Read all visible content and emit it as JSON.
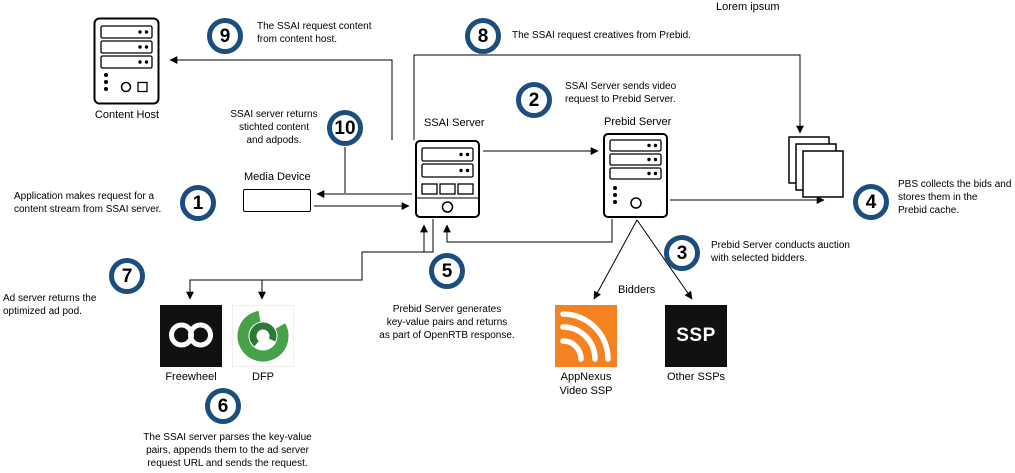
{
  "page": {
    "title": "Lorem ipsum"
  },
  "colors": {
    "badge_border": "#1b4e7e",
    "appnexus_orange": "#f58220",
    "dfp_green": "#46a248",
    "dfp_green_dark": "#2c7a34",
    "logo_black": "#111111"
  },
  "steps": [
    {
      "num": "1",
      "lines": [
        "Application makes request for a",
        "content stream from SSAI server."
      ]
    },
    {
      "num": "2",
      "lines": [
        "SSAI Server sends video",
        "request to Prebid Server."
      ]
    },
    {
      "num": "3",
      "lines": [
        "Prebid Server conducts auction",
        "with selected bidders."
      ]
    },
    {
      "num": "4",
      "lines": [
        "PBS collects the bids and",
        "stores them in the",
        "Prebid cache."
      ]
    },
    {
      "num": "5",
      "lines": [
        "Prebid Server generates",
        "key-value pairs and returns",
        "as part of OpenRTB response."
      ]
    },
    {
      "num": "6",
      "lines": [
        "The SSAI server parses the key-value",
        "pairs, appends them to the ad server",
        "request URL and sends the request."
      ]
    },
    {
      "num": "7",
      "lines": [
        "Ad server returns the",
        "optimized ad pod."
      ]
    },
    {
      "num": "8",
      "lines": [
        "The SSAI request creatives from Prebid."
      ]
    },
    {
      "num": "9",
      "lines": [
        "The SSAI request content",
        "from content host."
      ]
    },
    {
      "num": "10",
      "lines": [
        "SSAI server returns",
        "stichted content",
        "and adpods."
      ]
    }
  ],
  "nodes": {
    "content_host": {
      "label": "Content Host"
    },
    "ssai_server": {
      "label": "SSAI Server"
    },
    "prebid_server": {
      "label": "Prebid Server"
    },
    "media_device": {
      "label": "Media Device"
    },
    "freewheel": {
      "label": "Freewheel"
    },
    "dfp": {
      "label": "DFP"
    },
    "appnexus": {
      "label_line1": "AppNexus",
      "label_line2": "Video SSP"
    },
    "other_ssps": {
      "label": "Other SSPs",
      "logo_text": "SSP"
    },
    "bidders": {
      "label": "Bidders"
    }
  }
}
